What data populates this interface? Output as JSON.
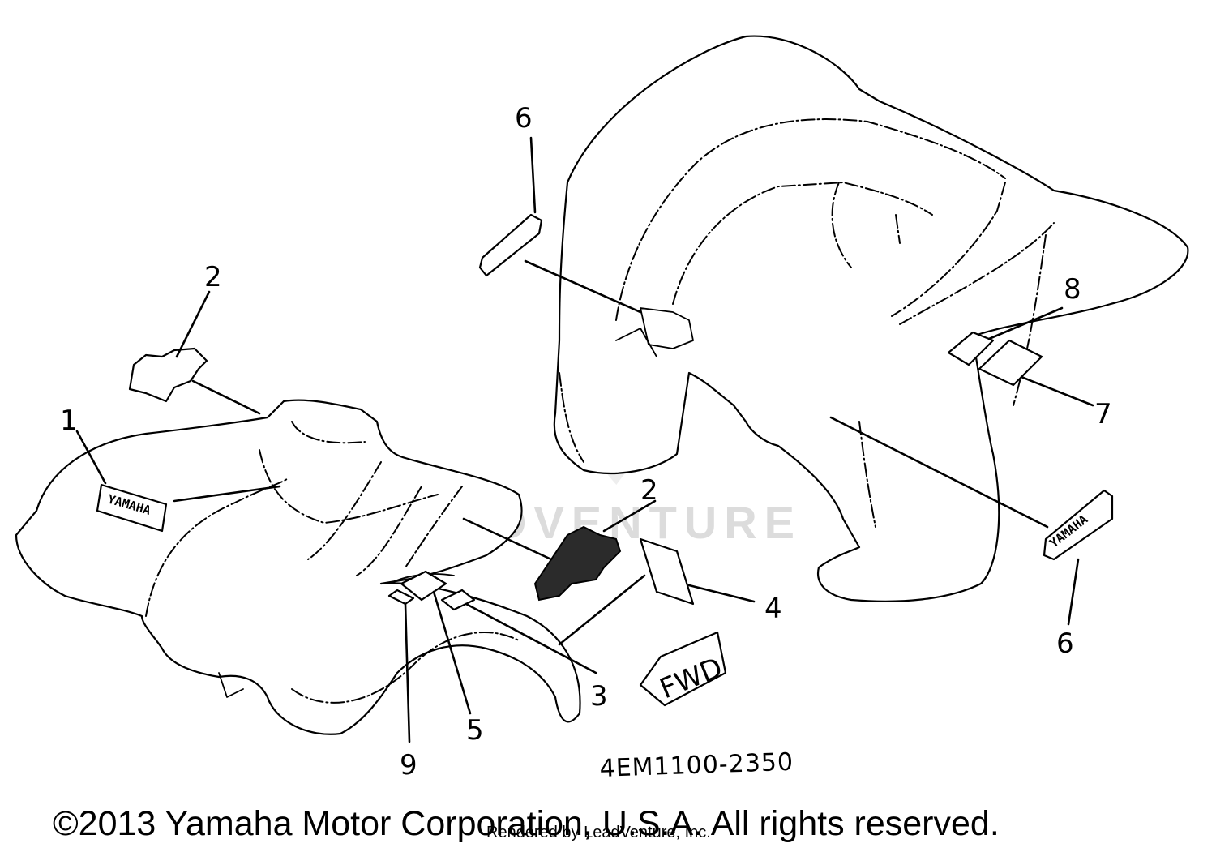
{
  "diagram": {
    "callouts": [
      "1",
      "2",
      "2",
      "3",
      "4",
      "5",
      "6",
      "6",
      "7",
      "8",
      "9"
    ],
    "decals": {
      "front_emblem": "YAMAHA",
      "rear_emblem": "YAMAHA",
      "fwd_label": "FWD"
    },
    "part_number": "4EM1100-2350",
    "watermark": "LEADVENTURE",
    "copyright": "©2013 Yamaha Motor Corporation, U.S.A. All rights reserved.",
    "rendered_by": "Rendered by LeadVenture, Inc."
  }
}
